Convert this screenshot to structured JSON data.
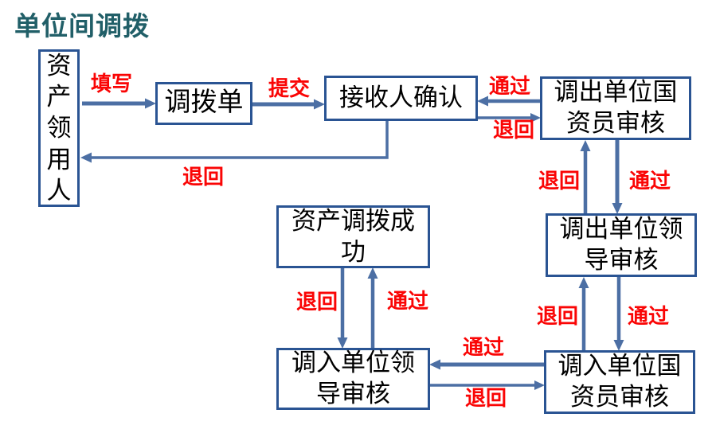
{
  "title": "单位间调拨",
  "colors": {
    "title_text": "#215F68",
    "box_border": "#2A5493",
    "arrow": "#4C6FA4",
    "edge_label": "#FA0505",
    "background": "#FFFFFF"
  },
  "nodes": {
    "asset_user": {
      "label": "资\n产\n领\n用\n人"
    },
    "transfer_form": {
      "label": "调拨单"
    },
    "receiver_confirm": {
      "label": "接收人确认"
    },
    "out_unit_officer": {
      "label": "调出单位国\n资员审核"
    },
    "out_unit_leader": {
      "label": "调出单位领\n导审核"
    },
    "in_unit_officer": {
      "label": "调入单位国\n资员审核"
    },
    "in_unit_leader": {
      "label": "调入单位领\n导审核"
    },
    "success": {
      "label": "资产调拨成\n功"
    }
  },
  "edges": [
    {
      "from": "asset_user",
      "to": "transfer_form",
      "label": "填写"
    },
    {
      "from": "transfer_form",
      "to": "receiver_confirm",
      "label": "提交"
    },
    {
      "from": "out_unit_officer",
      "to": "receiver_confirm",
      "label": "通过"
    },
    {
      "from": "receiver_confirm",
      "to": "out_unit_officer",
      "label": "退回"
    },
    {
      "from": "receiver_confirm",
      "to": "asset_user",
      "label": "退回"
    },
    {
      "from": "out_unit_leader",
      "to": "out_unit_officer",
      "label": "退回"
    },
    {
      "from": "out_unit_officer",
      "to": "out_unit_leader",
      "label": "通过"
    },
    {
      "from": "in_unit_officer",
      "to": "out_unit_leader",
      "label": "退回"
    },
    {
      "from": "out_unit_leader",
      "to": "in_unit_officer",
      "label": "通过"
    },
    {
      "from": "in_unit_officer",
      "to": "in_unit_leader",
      "label": "通过"
    },
    {
      "from": "in_unit_leader",
      "to": "in_unit_officer",
      "label": "退回"
    },
    {
      "from": "in_unit_leader",
      "to": "success",
      "label": "通过"
    },
    {
      "from": "success",
      "to": "in_unit_leader",
      "label": "退回"
    }
  ]
}
